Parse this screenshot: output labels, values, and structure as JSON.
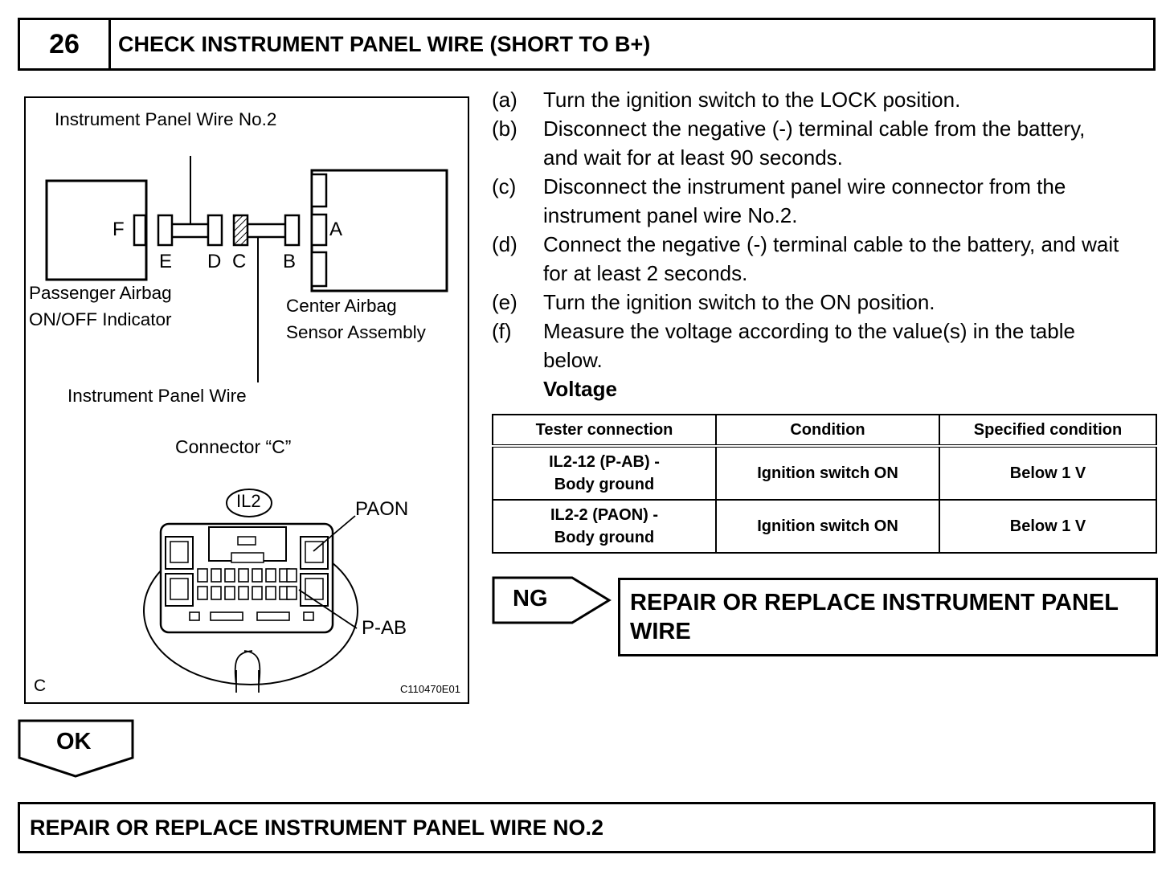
{
  "header": {
    "step_number": "26",
    "title": "CHECK INSTRUMENT PANEL WIRE (SHORT TO B+)"
  },
  "figure": {
    "label_ip_wire_no2": "Instrument Panel Wire No.2",
    "label_f": "F",
    "label_e": "E",
    "label_d": "D",
    "label_c": "C",
    "label_b": "B",
    "label_a": "A",
    "label_passenger_line1": "Passenger Airbag",
    "label_passenger_line2": "ON/OFF Indicator",
    "label_center_line1": "Center Airbag",
    "label_center_line2": "Sensor Assembly",
    "label_ip_wire": "Instrument Panel Wire",
    "label_connector": "Connector “C”",
    "label_il2": "IL2",
    "label_paon": "PAON",
    "label_pab": "P-AB",
    "corner_letter": "C",
    "figure_code": "C110470E01"
  },
  "steps": [
    {
      "letter": "(a)",
      "text": "Turn the ignition switch to the LOCK position."
    },
    {
      "letter": "(b)",
      "text": "Disconnect the negative (-) terminal cable from the battery, and wait for at least 90 seconds."
    },
    {
      "letter": "(c)",
      "text": "Disconnect the instrument panel wire connector from the instrument panel wire No.2."
    },
    {
      "letter": "(d)",
      "text": "Connect the negative (-) terminal cable to the battery, and wait for at least 2 seconds."
    },
    {
      "letter": "(e)",
      "text": "Turn the ignition switch to the ON position."
    },
    {
      "letter": "(f)",
      "text": "Measure the voltage according to the value(s) in the table below."
    }
  ],
  "voltage_label": "Voltage",
  "table": {
    "headers": [
      "Tester connection",
      "Condition",
      "Specified condition"
    ],
    "rows": [
      {
        "tester_line1": "IL2-12 (P-AB) -",
        "tester_line2": "Body ground",
        "condition": "Ignition switch ON",
        "spec": "Below 1 V"
      },
      {
        "tester_line1": "IL2-2 (PAON) -",
        "tester_line2": "Body ground",
        "condition": "Ignition switch ON",
        "spec": "Below 1 V"
      }
    ]
  },
  "ng": {
    "label": "NG",
    "action_line1": "REPAIR OR REPLACE INSTRUMENT PANEL",
    "action_line2": "WIRE"
  },
  "ok": {
    "label": "OK",
    "action": "REPAIR OR REPLACE INSTRUMENT PANEL WIRE NO.2"
  }
}
